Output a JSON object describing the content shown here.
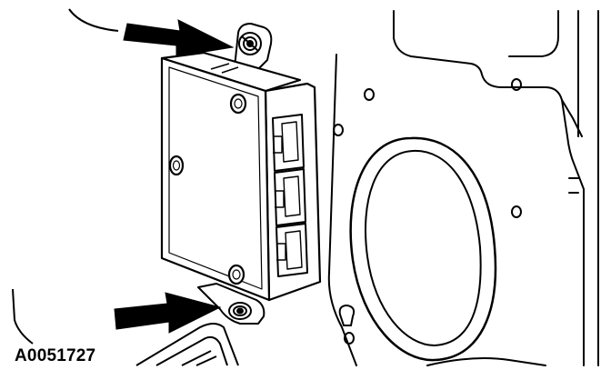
{
  "figure": {
    "reference_code": "A0051727",
    "colors": {
      "line": "#000000",
      "fill": "#ffffff",
      "arrow": "#000000"
    },
    "parts": [
      {
        "name": "electronic-module",
        "icon": "module-box"
      },
      {
        "name": "mounting-bolt-upper",
        "icon": "bolt-icon"
      },
      {
        "name": "mounting-bolt-lower",
        "icon": "bolt-icon"
      },
      {
        "name": "wiring-connectors",
        "icon": "connector-icon",
        "count": 3
      },
      {
        "name": "door-inner-panel",
        "icon": "panel-outline"
      },
      {
        "name": "speaker-opening",
        "icon": "oval-opening"
      }
    ],
    "callouts": [
      {
        "name": "arrow-upper",
        "target": "mounting-bolt-upper"
      },
      {
        "name": "arrow-lower",
        "target": "mounting-bolt-lower"
      }
    ]
  }
}
